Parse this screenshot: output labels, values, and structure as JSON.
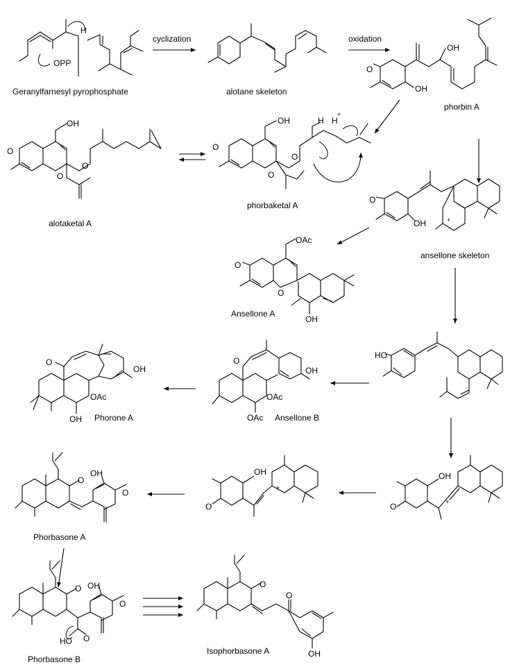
{
  "reactions": {
    "cyclization": "cyclization",
    "oxidation": "oxidation"
  },
  "compounds": {
    "ggpp": "Geranylfarnesyl pyrophosphate",
    "alotane": "alotane skeleton",
    "phorbin_a": "phorbin A",
    "alotaketal_a": "alotaketal A",
    "phorbaketal_a": "phorbaketal A",
    "ansellone_skeleton": "ansellone skeleton",
    "ansellone_a": "Ansellone A",
    "phorone_a": "Phorone A",
    "ansellone_b": "Ansellone B",
    "phorbasone_a": "Phorbasone A",
    "phorbasone_b": "Phorbasone B",
    "isophorbasone_a": "Isophorbasone A"
  },
  "atoms": {
    "opp": "OPP",
    "h": "H",
    "h_plus": "H",
    "plus": "+",
    "oh": "OH",
    "o": "O",
    "oac": "OAc",
    "ho": "HO"
  }
}
